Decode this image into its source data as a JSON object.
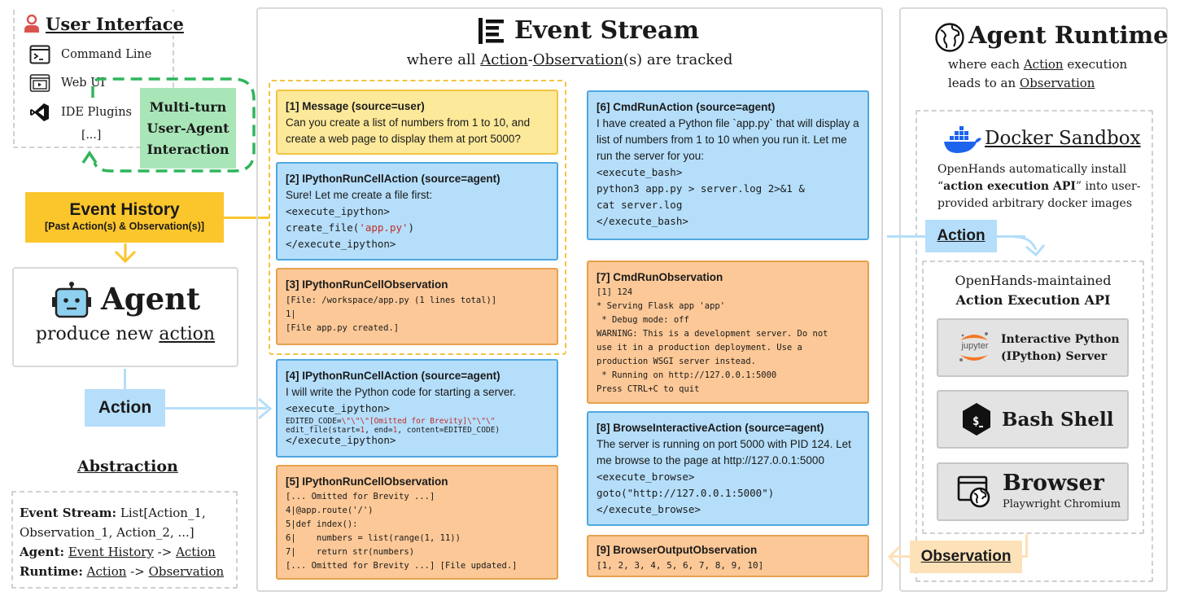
{
  "ui": {
    "title": "User Interface",
    "items": [
      "Command Line",
      "Web UI",
      "IDE Plugins",
      "[...]"
    ]
  },
  "multiturn": [
    "Multi-turn",
    "User-Agent",
    "Interaction"
  ],
  "history": {
    "title": "Event History",
    "subtitle": "[Past Action(s) & Observation(s)]"
  },
  "agent": {
    "title": "Agent",
    "sub_prefix": "produce new ",
    "sub_link": "action"
  },
  "action_label": "Action",
  "abstraction": {
    "title": "Abstraction",
    "l1_bold": "Event Stream:",
    "l1_rest": " List[Action_1,",
    "l2": "Observation_1, Action_2, ...]",
    "l3_bold": "Agent:",
    "l3_link": "Event History",
    "l3_arrow": " -> ",
    "l3_end": "Action",
    "l4_bold": "Runtime:",
    "l4_link": "Action",
    "l4_arrow": " -> ",
    "l4_end": "Observation"
  },
  "stream": {
    "title": "Event Stream",
    "sub_a": "where all ",
    "sub_action": "Action",
    "sub_dash": "-",
    "sub_obs": "Observation",
    "sub_end": "(s) are tracked"
  },
  "events": {
    "e1": {
      "title": "[1] Message (source=user)",
      "text": "Can you create a list of numbers from 1 to 10, and create a web page to display them at port 5000?"
    },
    "e2": {
      "title": "[2] IPythonRunCellAction (source=agent)",
      "text": "Sure! Let me create a file first:",
      "c1": "<execute_ipython>",
      "c2a": "create_file(",
      "c2b": "'app.py'",
      "c2c": ")",
      "c3": "</execute_ipython>"
    },
    "e3": {
      "title": "[3] IPythonRunCellObservation",
      "c1": "[File: /workspace/app.py (1 lines total)]",
      "c2": "1|",
      "c3": "[File app.py created.]"
    },
    "e4": {
      "title": "[4] IPythonRunCellAction (source=agent)",
      "text": "I will write the Python code for starting a server.",
      "c1": "<execute_ipython>",
      "c2a": "EDITED_CODE=",
      "c2b": "\\\"\\\"\\\"[Omitted for Brevity]\\\"\\\"\\\"",
      "c3a": "edit_file(start=",
      "c3b": "1",
      "c3c": ", end=",
      "c3d": "1",
      "c3e": ", content=EDITED_CODE)",
      "c4": "</execute_ipython>"
    },
    "e5": {
      "title": "[5] IPythonRunCellObservation",
      "lines": [
        "[... Omitted for Brevity ...]",
        "4|@app.route('/')",
        "5|def index():",
        "6|    numbers = list(range(1, 11))",
        "7|    return str(numbers)",
        "[... Omitted for Brevity ...] [File updated.]"
      ]
    },
    "e6": {
      "title": "[6] CmdRunAction (source=agent)",
      "text": "I have created a Python file `app.py` that will display a list of numbers from 1 to 10 when you run it. Let me run the server for you:",
      "lines": [
        "<execute_bash>",
        "python3 app.py > server.log 2>&1 &",
        "cat server.log",
        "</execute_bash>"
      ]
    },
    "e7": {
      "title": "[7] CmdRunObservation",
      "lines": [
        "[1] 124",
        "* Serving Flask app 'app'",
        " * Debug mode: off",
        "WARNING: This is a development server. Do not",
        "use it in a production deployment. Use a",
        "production WSGI server instead.",
        " * Running on http://127.0.0.1:5000",
        "Press CTRL+C to quit"
      ]
    },
    "e8": {
      "title": "[8] BrowseInteractiveAction (source=agent)",
      "text": "The server is running on port 5000 with PID 124. Let me browse to the page at http://127.0.0.1:5000",
      "lines": [
        "<execute_browse>",
        "goto(\"http://127.0.0.1:5000\")",
        "</execute_browse>"
      ]
    },
    "e9": {
      "title": "[9] BrowserOutputObservation",
      "line": "[1, 2, 3, 4, 5, 6, 7, 8, 9, 10]"
    }
  },
  "runtime": {
    "title": "Agent Runtime",
    "sub1a": "where each ",
    "sub1b": "Action",
    "sub1c": " execution",
    "sub2a": "leads to an ",
    "sub2b": "Observation",
    "docker_title": "Docker Sandbox",
    "docker_l1": "OpenHands automatically install",
    "docker_l2a": "“",
    "docker_l2b": "action execution API",
    "docker_l2c": "” into user-",
    "docker_l3": "provided arbitrary docker images",
    "action_tag": "Action",
    "api_l1": "OpenHands-maintained",
    "api_l2": "Action Execution API",
    "ipython_l1": "Interactive Python",
    "ipython_l2": "(IPython) Server",
    "jupyter": "jupyter",
    "bash": "Bash Shell",
    "browser": "Browser",
    "browser_sub": "Playwright Chromium",
    "obs_tag": "Observation"
  },
  "colors": {
    "yellow": "#fde99a",
    "blue": "#b5defa",
    "orange": "#fcc897",
    "green": "#a8e6b8",
    "gold": "#fbc52c"
  }
}
